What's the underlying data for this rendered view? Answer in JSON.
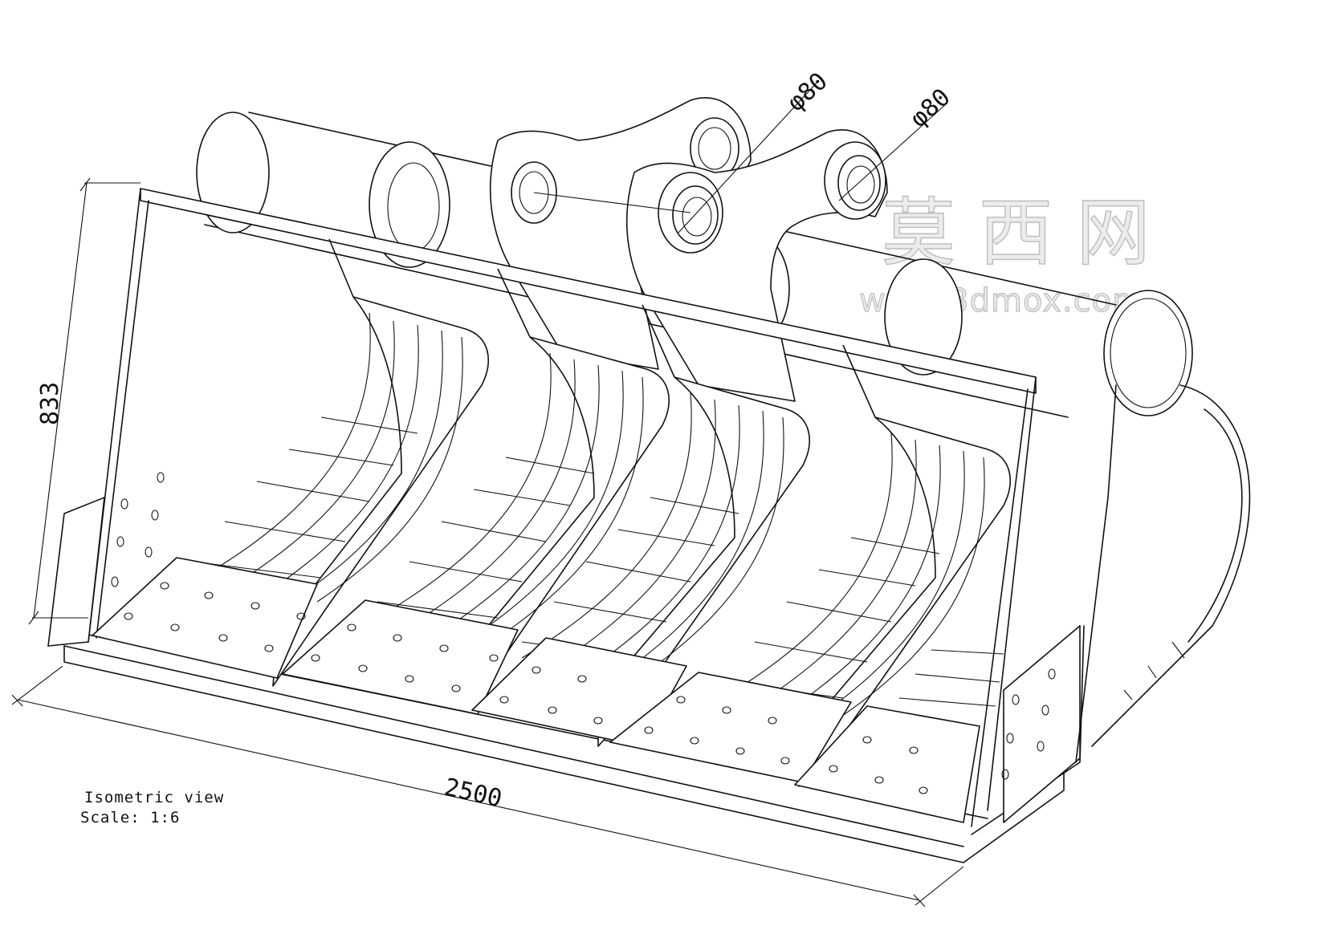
{
  "drawing": {
    "view_label": "Isometric view",
    "scale_label": "Scale:  1:6",
    "dimensions": {
      "height": "833",
      "width": "2500",
      "pin_diameter_1": "φ80",
      "pin_diameter_2": "φ80"
    },
    "watermark": {
      "chinese": "莫 西 网",
      "url": "www.3dmox.com"
    }
  }
}
